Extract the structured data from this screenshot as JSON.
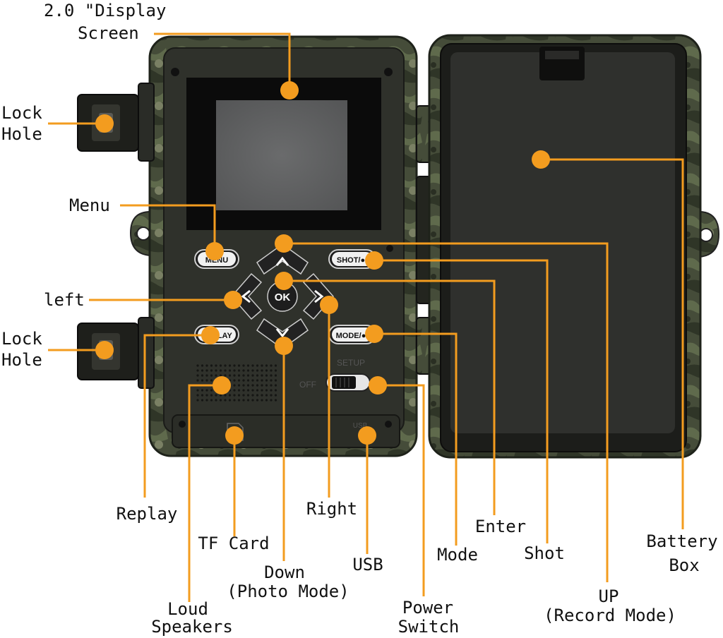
{
  "colors": {
    "callout": "#f39c1f",
    "camo_dark": "#3a4230",
    "camo_light": "#6b7358",
    "panel": "#34362f",
    "screen_frame": "#0b0b0b",
    "screen": "#5f6061"
  },
  "device_text": {
    "menu_button": "MENU",
    "shot_button": "SHOT/●",
    "ok_button": "OK",
    "replay_button": "REPLAY",
    "mode_button": "MODE/●",
    "switch_setup": "SETUP",
    "switch_off": "OFF",
    "usb_port": "USB"
  },
  "labels": {
    "display_line1": "2.0 \"Display",
    "display_line2": "Screen",
    "lock_hole_top_1": "Lock",
    "lock_hole_top_2": "Hole",
    "menu": "Menu",
    "left": "left",
    "lock_hole_bottom_1": "Lock",
    "lock_hole_bottom_2": "Hole",
    "replay": "Replay",
    "tf_card": "TF Card",
    "loud_1": "Loud",
    "loud_2": "Speakers",
    "right": "Right",
    "down_1": "Down",
    "down_2": "(Photo Mode)",
    "usb": "USB",
    "power_1": "Power",
    "power_2": "Switch",
    "mode": "Mode",
    "enter": "Enter",
    "shot": "Shot",
    "up_1": "UP",
    "up_2": "(Record Mode)",
    "battery_1": "Battery",
    "battery_2": "Box"
  }
}
